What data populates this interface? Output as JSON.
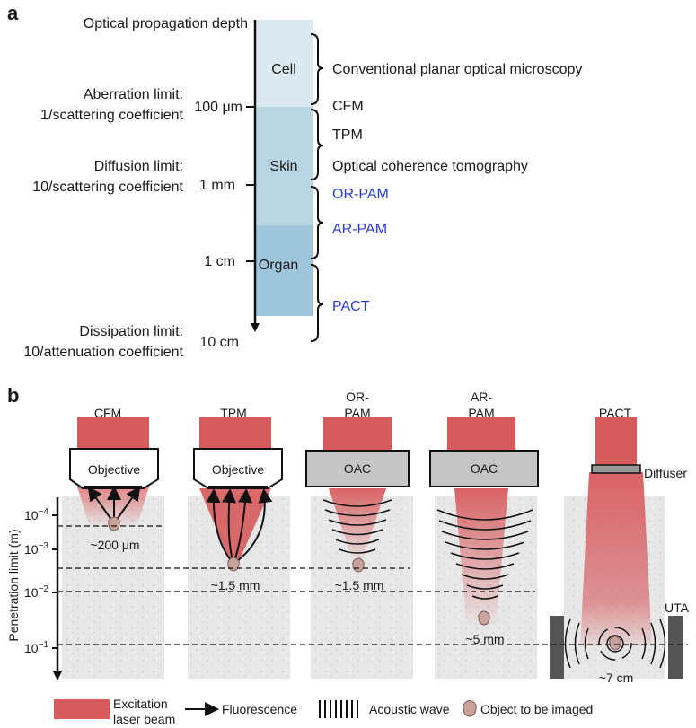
{
  "panel_a": {
    "letter": "a",
    "depth_title": "Optical propagation depth",
    "limits": [
      {
        "line1": "Aberration limit:",
        "line2": "1/scattering coefficient"
      },
      {
        "line1": "Diffusion limit:",
        "line2": "10/scattering coefficient"
      },
      {
        "line1": "Dissipation limit:",
        "line2": "10/attenuation coefficient"
      }
    ],
    "ticks": [
      "100 μm",
      "1 mm",
      "1 cm",
      "10 cm"
    ],
    "tissues": [
      "Cell",
      "Skin",
      "Organ"
    ],
    "modalities": [
      {
        "label": "Conventional planar optical microscopy",
        "color": "#1a1a1a"
      },
      {
        "label": "CFM",
        "color": "#1a1a1a"
      },
      {
        "label": "TPM",
        "color": "#1a1a1a"
      },
      {
        "label": "Optical coherence tomography",
        "color": "#1a1a1a"
      },
      {
        "label": "OR-PAM",
        "color": "#2a3bd0"
      },
      {
        "label": "AR-PAM",
        "color": "#2a3bd0"
      },
      {
        "label": "PACT",
        "color": "#2a3bd0"
      }
    ],
    "colors": {
      "cell": "#dbeaf1",
      "skin": "#b9d5e3",
      "organ": "#9fc5da"
    }
  },
  "panel_b": {
    "letter": "b",
    "y_axis_label": "Penetration limit (m)",
    "y_ticks": [
      {
        "base": "10",
        "exp": "−4"
      },
      {
        "base": "10",
        "exp": "−3"
      },
      {
        "base": "10",
        "exp": "−2"
      },
      {
        "base": "10",
        "exp": "−1"
      }
    ],
    "columns": [
      {
        "title_line1": "CFM",
        "title_line2": "",
        "head": "Objective",
        "depth": "~200 μm"
      },
      {
        "title_line1": "TPM",
        "title_line2": "",
        "head": "Objective",
        "depth": "~1.5 mm"
      },
      {
        "title_line1": "OR-",
        "title_line2": "PAM",
        "head": "OAC",
        "depth": "~1.5 mm"
      },
      {
        "title_line1": "AR-",
        "title_line2": "PAM",
        "head": "OAC",
        "depth": "~5 mm"
      },
      {
        "title_line1": "PACT",
        "title_line2": "",
        "head": "",
        "depth": "~7 cm",
        "diffuser": "Diffuser",
        "transducer": "UTA"
      }
    ],
    "legend": {
      "laser_line1": "Excitation",
      "laser_line2": "laser beam",
      "fluorescence": "Fluorescence",
      "acoustic": "Acoustic wave",
      "object": "Object to be imaged"
    },
    "colors": {
      "laser": "#d75a5d",
      "tissue": "#e6e6e6",
      "oac": "#c6c6c6",
      "object": "#c9a29c"
    }
  }
}
